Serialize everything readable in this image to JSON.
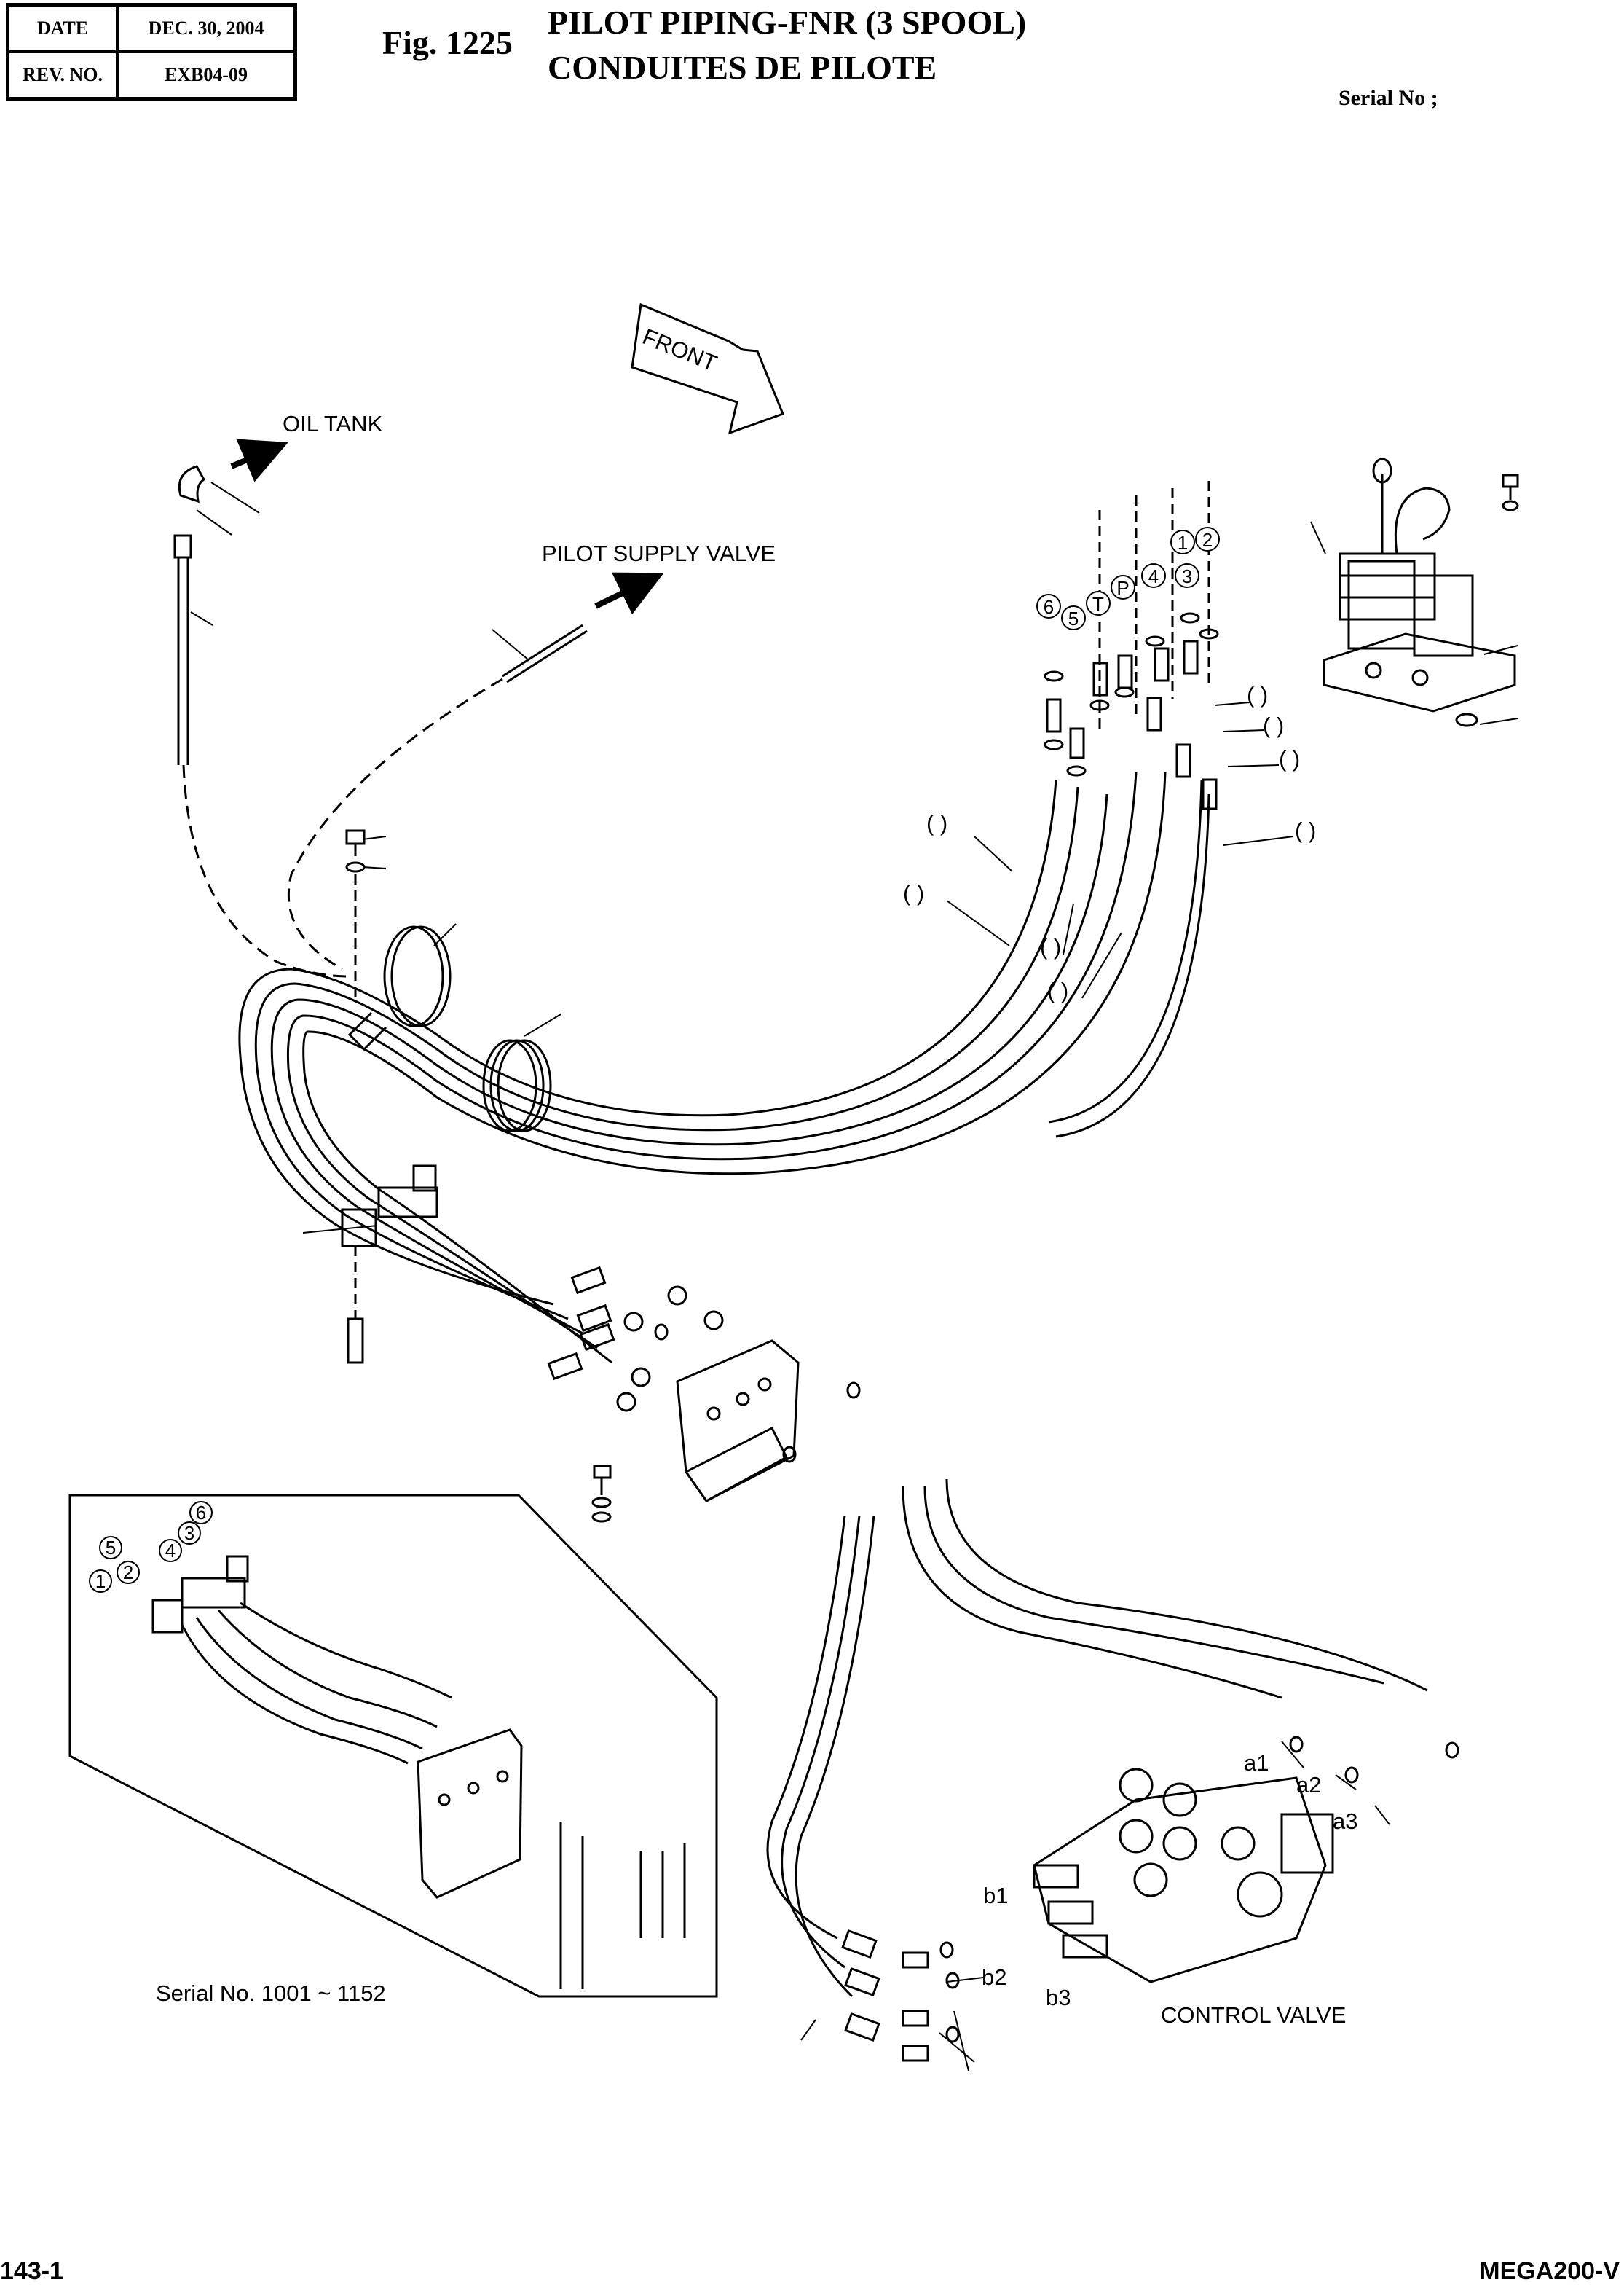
{
  "header": {
    "date_label": "DATE",
    "date_value": "DEC. 30, 2004",
    "rev_label": "REV. NO.",
    "rev_value": "EXB04-09"
  },
  "figure": {
    "number": "Fig. 1225",
    "title_en": "PILOT PIPING-FNR (3 SPOOL)",
    "title_fr": "CONDUITES DE PILOTE",
    "serial": "Serial No ;"
  },
  "labels": {
    "front": "FRONT",
    "oil_tank": "OIL TANK",
    "pilot_supply_valve": "PILOT SUPPLY VALVE",
    "control_valve": "CONTROL VALVE",
    "inset_serial": "Serial No. 1001 ~ 1152",
    "port_a1": "a1",
    "port_a2": "a2",
    "port_a3": "a3",
    "port_b1": "b1",
    "port_b2": "b2",
    "port_b3": "b3",
    "paren": "(   )"
  },
  "circled": {
    "top": [
      "6",
      "5",
      "T",
      "P",
      "4",
      "3",
      "1",
      "2"
    ],
    "inset": [
      "1",
      "2",
      "5",
      "4",
      "3",
      "6"
    ]
  },
  "footer": {
    "page": "143-1",
    "model": "MEGA200-V"
  }
}
